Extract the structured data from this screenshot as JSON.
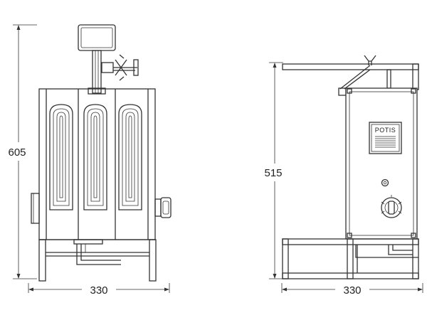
{
  "drawing": {
    "front_view": {
      "height_label": "605",
      "width_label": "330"
    },
    "side_view": {
      "height_label": "515",
      "width_label": "330",
      "brand_label": "POTIS"
    }
  }
}
